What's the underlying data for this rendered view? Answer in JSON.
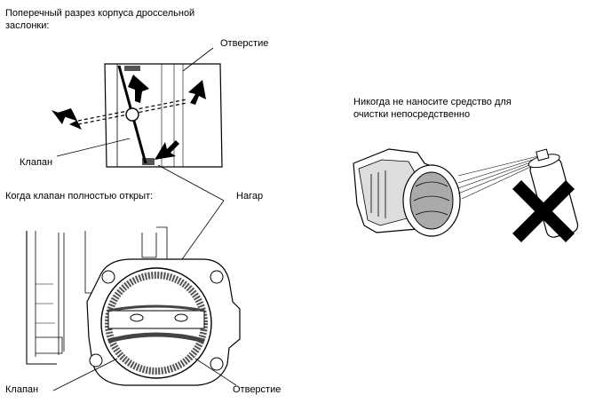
{
  "labels": {
    "cross_section_title": "Поперечный разрез корпуса дроссельной заслонки:",
    "hole_top": "Отверстие",
    "valve_top": "Клапан",
    "when_open": "Когда клапан полностью открыт:",
    "deposit": "Нагар",
    "valve_bottom": "Клапан",
    "hole_bottom": "Отверстие",
    "never_apply": "Никогда не наносите средство для очистки непосредственно"
  }
}
